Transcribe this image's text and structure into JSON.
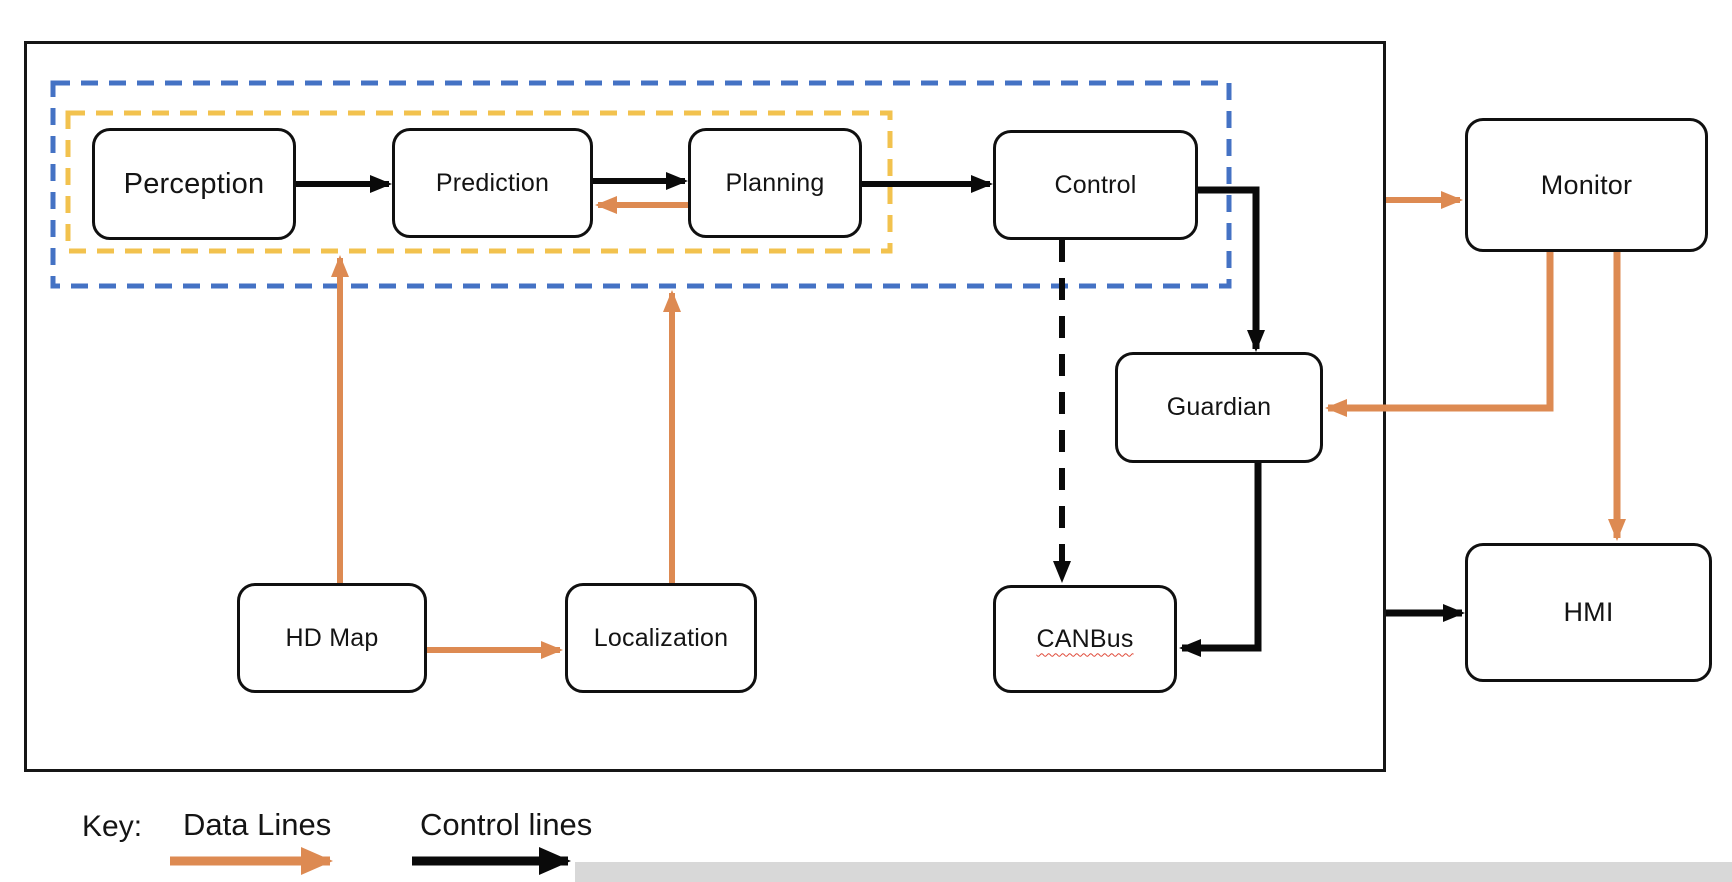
{
  "nodes": {
    "perception": {
      "label": "Perception"
    },
    "prediction": {
      "label": "Prediction"
    },
    "planning": {
      "label": "Planning"
    },
    "control": {
      "label": "Control"
    },
    "monitor": {
      "label": "Monitor"
    },
    "guardian": {
      "label": "Guardian"
    },
    "hmi": {
      "label": "HMI"
    },
    "hdmap": {
      "label": "HD Map"
    },
    "localization": {
      "label": "Localization"
    },
    "canbus": {
      "label": "CANBus"
    }
  },
  "key": {
    "label": "Key:",
    "data_lines": "Data Lines",
    "control_lines": "Control lines"
  },
  "colors": {
    "data_line_orange": "#DD8A52",
    "control_line_black": "#0a0a0a",
    "inner_group_dash_yellow": "#F2C24E",
    "outer_group_dash_blue": "#4472C4"
  },
  "edges": [
    {
      "from": "Perception",
      "to": "Prediction",
      "type": "control"
    },
    {
      "from": "Prediction",
      "to": "Planning",
      "type": "control"
    },
    {
      "from": "Planning",
      "to": "Prediction",
      "type": "data"
    },
    {
      "from": "Planning",
      "to": "Control",
      "type": "control"
    },
    {
      "from": "Control",
      "to": "Guardian",
      "type": "control"
    },
    {
      "from": "Control",
      "to": "CANBus",
      "type": "control-dashed"
    },
    {
      "from": "Guardian",
      "to": "CANBus",
      "type": "control"
    },
    {
      "from": "HD Map",
      "to": "Perception",
      "type": "data"
    },
    {
      "from": "HD Map",
      "to": "Localization",
      "type": "data"
    },
    {
      "from": "Localization",
      "to": "Planning",
      "type": "data"
    },
    {
      "from": "System",
      "to": "Monitor",
      "type": "data"
    },
    {
      "from": "Monitor",
      "to": "Guardian",
      "type": "data"
    },
    {
      "from": "Monitor",
      "to": "HMI",
      "type": "data"
    },
    {
      "from": "System",
      "to": "HMI",
      "type": "control"
    }
  ]
}
